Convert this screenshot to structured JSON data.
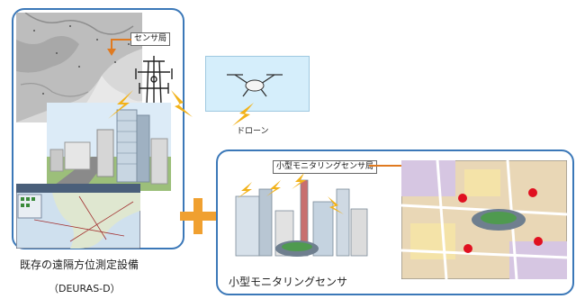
{
  "left_panel": {
    "sensor_station_label": "センサ局",
    "caption_line1": "既存の遠隔方位測定設備",
    "caption_line2": "（DEURAS-D）"
  },
  "drone": {
    "label": "ドローン"
  },
  "right_panel": {
    "station_label": "小型モニタリングセンサ局",
    "caption": "小型モニタリングセンサ"
  },
  "colors": {
    "panel_border": "#3b78b8",
    "plus": "#f0a030",
    "signal": "#f2b21a",
    "arrow": "#e07a20",
    "sensor_dot": "#e01020"
  }
}
